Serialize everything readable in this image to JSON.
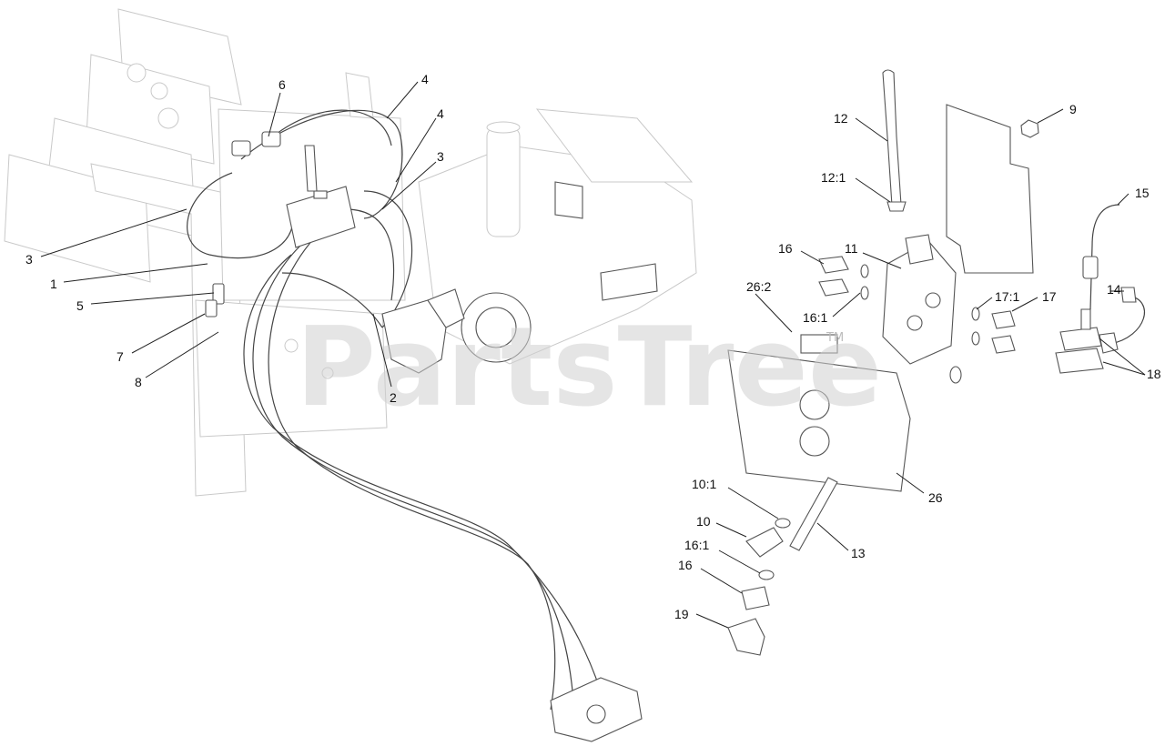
{
  "watermark": {
    "text": "PartsTree",
    "mark": "TM"
  },
  "callouts": [
    {
      "id": "c-6",
      "label": "6"
    },
    {
      "id": "c-4a",
      "label": "4"
    },
    {
      "id": "c-4b",
      "label": "4"
    },
    {
      "id": "c-3a",
      "label": "3"
    },
    {
      "id": "c-3b",
      "label": "3"
    },
    {
      "id": "c-1",
      "label": "1"
    },
    {
      "id": "c-5",
      "label": "5"
    },
    {
      "id": "c-7",
      "label": "7"
    },
    {
      "id": "c-8",
      "label": "8"
    },
    {
      "id": "c-2",
      "label": "2"
    },
    {
      "id": "c-12",
      "label": "12"
    },
    {
      "id": "c-9",
      "label": "9"
    },
    {
      "id": "c-12-1",
      "label": "12:1"
    },
    {
      "id": "c-15",
      "label": "15"
    },
    {
      "id": "c-16a",
      "label": "16"
    },
    {
      "id": "c-11",
      "label": "11"
    },
    {
      "id": "c-26-2",
      "label": "26:2"
    },
    {
      "id": "c-16-1a",
      "label": "16:1"
    },
    {
      "id": "c-17-1",
      "label": "17:1"
    },
    {
      "id": "c-17",
      "label": "17"
    },
    {
      "id": "c-14",
      "label": "14"
    },
    {
      "id": "c-18",
      "label": "18"
    },
    {
      "id": "c-26",
      "label": "26"
    },
    {
      "id": "c-10-1",
      "label": "10:1"
    },
    {
      "id": "c-10",
      "label": "10"
    },
    {
      "id": "c-13",
      "label": "13"
    },
    {
      "id": "c-16-1b",
      "label": "16:1"
    },
    {
      "id": "c-16b",
      "label": "16"
    },
    {
      "id": "c-19",
      "label": "19"
    }
  ]
}
